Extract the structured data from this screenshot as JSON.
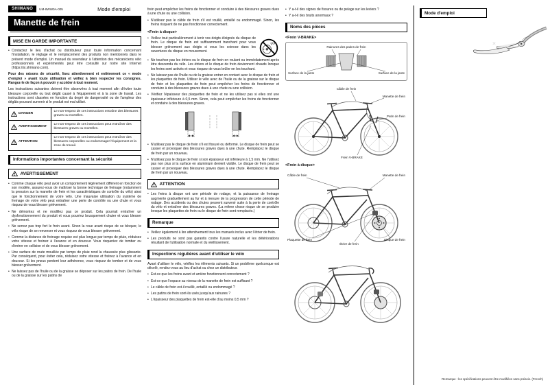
{
  "palette": {
    "ink": "#111111",
    "banner": "#000000"
  },
  "header": {
    "logo": "SHIMANO",
    "doc_code": "UM-8WW0A-005",
    "top_label": "Mode d'emploi",
    "title": "Manette de frein"
  },
  "important_notice": {
    "title": "MISE EN GARDE IMPORTANTE",
    "bullet": "Contactez le lieu d'achat ou distributeur pour toute information concernant l'installation, le réglage et le remplacement des produits non mentionnés dans le présent mode d'emploi. Un manuel du revendeur à l'attention des mécaniciens vélo professionnels et expérimentés peut être consulté sur notre site Internet (https://si.shimano.com).",
    "bold": "Pour des raisons de sécurité, lisez attentivement et entièrement ce « mode d'emploi » avant toute utilisation et veillez à bien respecter les consignes. Rangez-le de façon à pouvoir y accéder à tout moment.",
    "intro": "Les instructions suivantes doivent être observées à tout moment afin d'éviter toute blessure corporelle ou tout dégât causé à l'équipement et à la zone de travail. Les instructions sont classées en fonction du degré de dangerosité ou de l'ampleur des dégâts pouvant survenir si le produit est mal utilisé.",
    "table": [
      {
        "label": "DANGER",
        "text": "Le non-respect de ces instructions entraîne des blessures graves ou mortelles."
      },
      {
        "label": "AVERTISSEMENT",
        "text": "Le non-respect de ces instructions peut entraîner des blessures graves ou mortelles."
      },
      {
        "label": "ATTENTION",
        "text": "Le non-respect de ces instructions peut entraîner des blessures corporelles ou endommager l'équipement et la zone de travail."
      }
    ]
  },
  "safety": {
    "title": "Informations importantes concernant la sécurité",
    "warning_label": "AVERTISSEMENT",
    "bullets": [
      "Comme chaque vélo peut avoir un comportement légèrement différent en fonction de son modèle, assurez-vous de maîtriser la bonne technique de freinage (notamment la pression sur la manette de frein et les caractéristiques de contrôle du vélo) ainsi que le fonctionnement de votre vélo. Une mauvaise utilisation du système de freinage de votre vélo peut entraîner une perte de contrôle ou une chute et vous risquez de vous blesser grièvement.",
      "Ne démontez et ne modifiez pas ce produit. Cela pourrait entraîner un dysfonctionnement du produit et vous pourriez brusquement chuter et vous blesser grièvement.",
      "Ne serrez pas trop fort le frein avant. Sinon la roue avant risque de se bloquer, le vélo risque de se renverser et vous risquez de vous blesser grièvement.",
      "Comme la distance de freinage requise est plus longue par temps de pluie, réduisez votre vitesse et freinez à l'avance et en douceur. Vous risqueriez de tomber ou d'entrer en collision et de vous blesser grièvement.",
      "Une surface de route mouillée par temps de pluie rend la chaussée plus glissante. Par conséquent, pour éviter cela, réduisez votre vitesse et freinez à l'avance et en douceur. Si les pneus perdent leur adhérence, vous risquez de tomber et de vous blesser grièvement.",
      "Ne laissez pas de l'huile ou de la graisse se déposer sur les patins de frein. De l'huile ou de la graisse sur les patins de"
    ]
  },
  "col2": {
    "continuation": "frein peut empêcher les freins de fonctionner et conduire à des blessures graves dues à une chute ou une collision.",
    "cable_bullet": "N'utilisez pas le câble de frein s'il est rouillé, entaillé ou endommagé. Sinon, les freins risquent de ne pas fonctionner correctement.",
    "disc_header": "<Frein à disque>",
    "disc_bullets": [
      "Veillez tout particulièrement à tenir vos doigts éloignés du disque de frein. Le disque de frein est suffisamment tranchant pour vous blesser grièvement aux doigts si vous les coincez dans les ouvertures du disque en mouvement.",
      "Ne touchez pas les étriers ou le disque de frein en roulant ou immédiatement après être descendu du vélo. Les étriers et le disque de frein deviennent chauds lorsque les freins sont activés et vous risquez de vous brûler en les touchant.",
      "Ne laissez pas de l'huile ou de la graisse entrer en contact avec le disque de frein et les plaquettes de frein. Utiliser le vélo avec de l'huile ou de la graisse sur le disque de frein et les plaquettes de frein peut empêcher les freins de fonctionner et conduire à des blessures graves dues à une chute ou une collision.",
      "Vérifiez l'épaisseur des plaquettes de frein et ne les utilisez pas si elles ont une épaisseur inférieure à 0,5 mm. Sinon, cela peut empêcher les freins de fonctionner et conduire à des blessures graves."
    ],
    "post_figure_bullets": [
      "N'utilisez pas le disque de frein s'il est fissuré ou déformé. Le disque de frein peut se casser et provoquer des blessures graves dues à une chute. Remplacez le disque de frein par un nouveau.",
      "N'utilisez pas le disque de frein si son épaisseur est inférieure à 1,5 mm. Ne l'utilisez pas non plus si la surface en aluminium devient visible. Le disque de frein peut se casser et provoquer des blessures graves dues à une chute. Remplacez le disque de frein par un nouveau."
    ],
    "attention": {
      "label": "ATTENTION",
      "bullet": "Les freins à disque ont une période de rodage, et la puissance de freinage augmente graduellement au fur et à mesure de la progression de cette période de rodage. Des accidents ou des chutes peuvent survenir suite à la perte de contrôle du vélo et entraîner des blessures graves. (La même chose risque de se produire lorsque les plaquettes de frein ou le disque de frein sont remplacés.)"
    },
    "note": {
      "title": "Remarque",
      "bullets": [
        "Veillez également à lire attentivement tous les manuels inclus avec l'étrier de frein.",
        "Les produits ne sont pas garantis contre l'usure naturelle et les détériorations résultant de l'utilisation normale et du vieillissement."
      ]
    },
    "inspection": {
      "title": "Inspections régulières avant d'utiliser le vélo",
      "intro": "Avant d'utiliser le vélo, vérifiez les éléments suivants. Si un problème quelconque est décelé, rendez-vous au lieu d'achat ou chez un distributeur.",
      "bullets": [
        "Est-ce que les freins avant et arrière fonctionnent correctement ?",
        "Est-ce que l'espace au niveau de la manette de frein est suffisant ?",
        "Le câble de frein est-il rouillé, entaillé ou endommagé ?",
        "Les patins de frein sont-ils usés jusqu'aux rainures ?",
        "L'épaisseur des plaquettes de frein est-elle d'au moins 0,5 mm ?"
      ]
    }
  },
  "parts": {
    "carryover_bullets": [
      "Y a-t-il des signes de fissures ou de pelage sur les leviers ?",
      "Y a-t-il des bruits anormaux ?"
    ],
    "title": "Noms des pièces",
    "vbrake": {
      "header": "<Frein V-BRAKE>",
      "inset_labels": {
        "grooves": "Rainures des patins de frein",
        "rim_left": "Surface de la jante",
        "rim_right": "Surface de la jante"
      },
      "labels": {
        "cable": "Câble de frein",
        "lever": "Manette de frein",
        "pad": "Patin de frein",
        "brake": "Frein V-BRAKE"
      }
    },
    "disc": {
      "header": "<Frein à disque>",
      "labels": {
        "cable": "Câble de frein",
        "lever": "Manette de frein",
        "pad": "Plaquette de frein",
        "caliper": "Étrier de frein",
        "rotor": "Disque de frein"
      }
    }
  },
  "usage": {
    "title": "Mode d'emploi",
    "footnote": "Remarque : les spécifications peuvent être modifiées sans préavis. (French)"
  }
}
